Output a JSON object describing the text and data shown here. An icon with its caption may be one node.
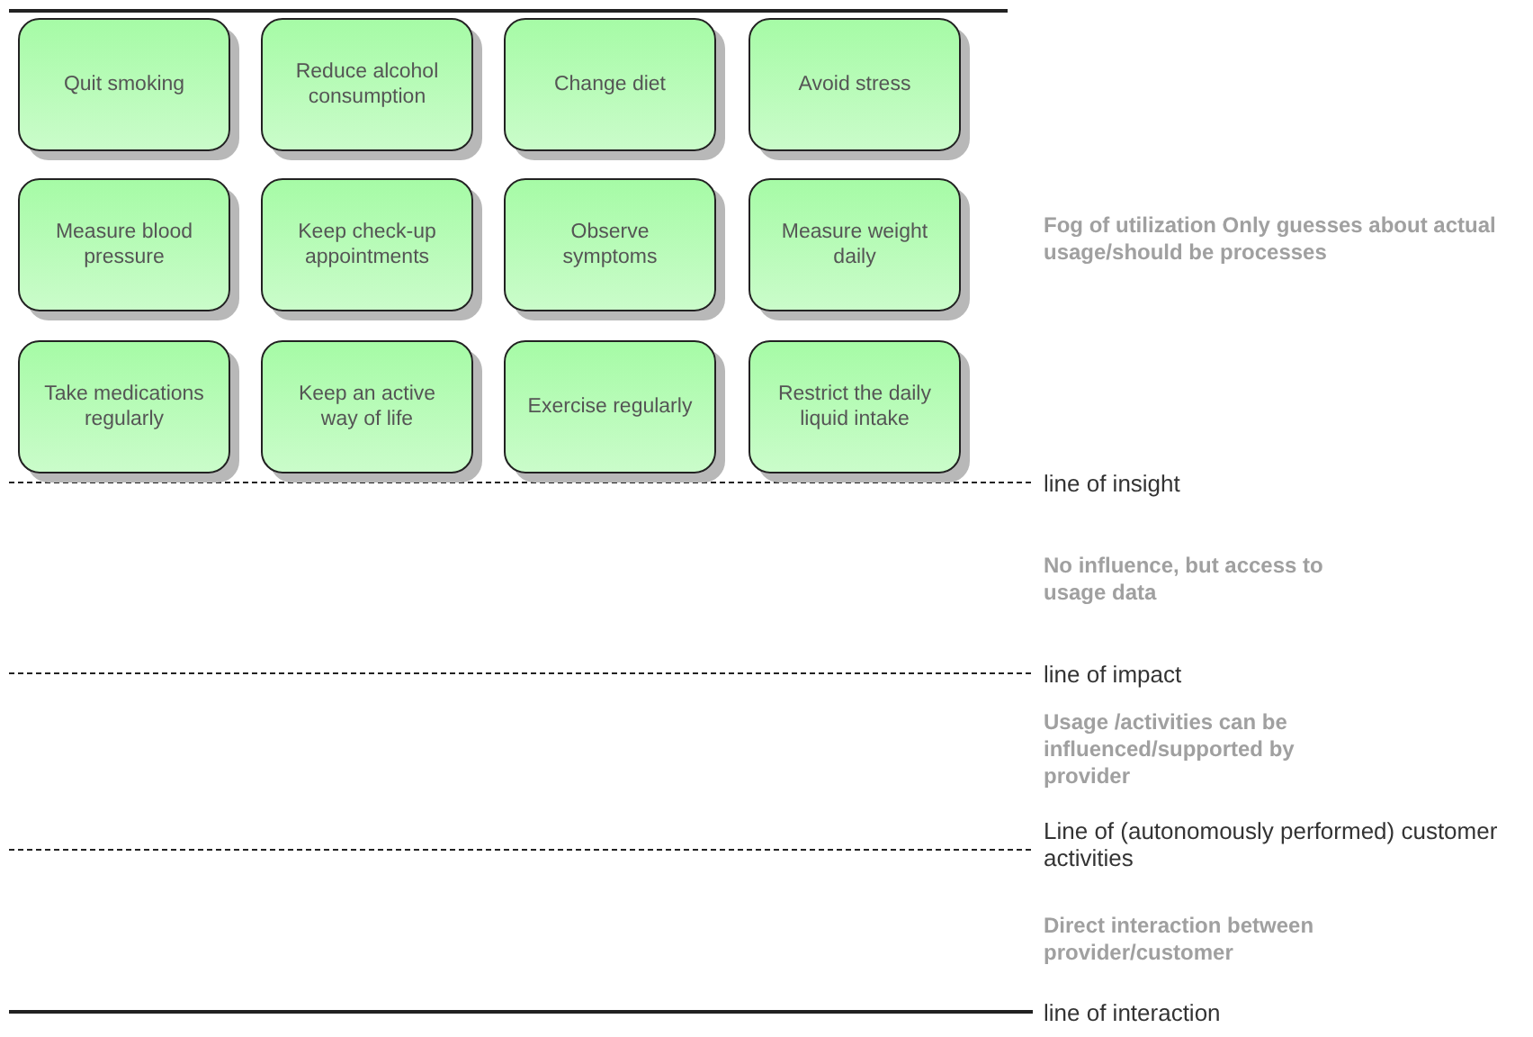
{
  "diagram": {
    "nodes": [
      {
        "text": [
          "Quit smoking"
        ]
      },
      {
        "text": [
          "Reduce alcohol consumption"
        ]
      },
      {
        "text": [
          "Change diet"
        ]
      },
      {
        "text": [
          "Avoid stress"
        ]
      },
      {
        "text": [
          "Measure blood pressure"
        ]
      },
      {
        "text": [
          "Keep check-up appointments"
        ]
      },
      {
        "text": [
          "Observe symptoms"
        ]
      },
      {
        "text": [
          "Measure weight daily"
        ]
      },
      {
        "text": [
          "Take medications regularly"
        ]
      },
      {
        "text": [
          "Keep an active way of life"
        ]
      },
      {
        "text": [
          "Exercise regularly"
        ]
      },
      {
        "text": [
          "Restrict the daily liquid intake"
        ]
      }
    ],
    "labels": [
      "Fog of utilization Only guesses about actual usage/should be processes",
      "line of insight",
      "No influence, but access to usage data",
      "line of impact",
      "Usage /activities can be influenced/supported by provider",
      "Line of (autonomously performed) customer activities",
      "Direct interaction between provider/customer",
      "line of interaction"
    ]
  }
}
